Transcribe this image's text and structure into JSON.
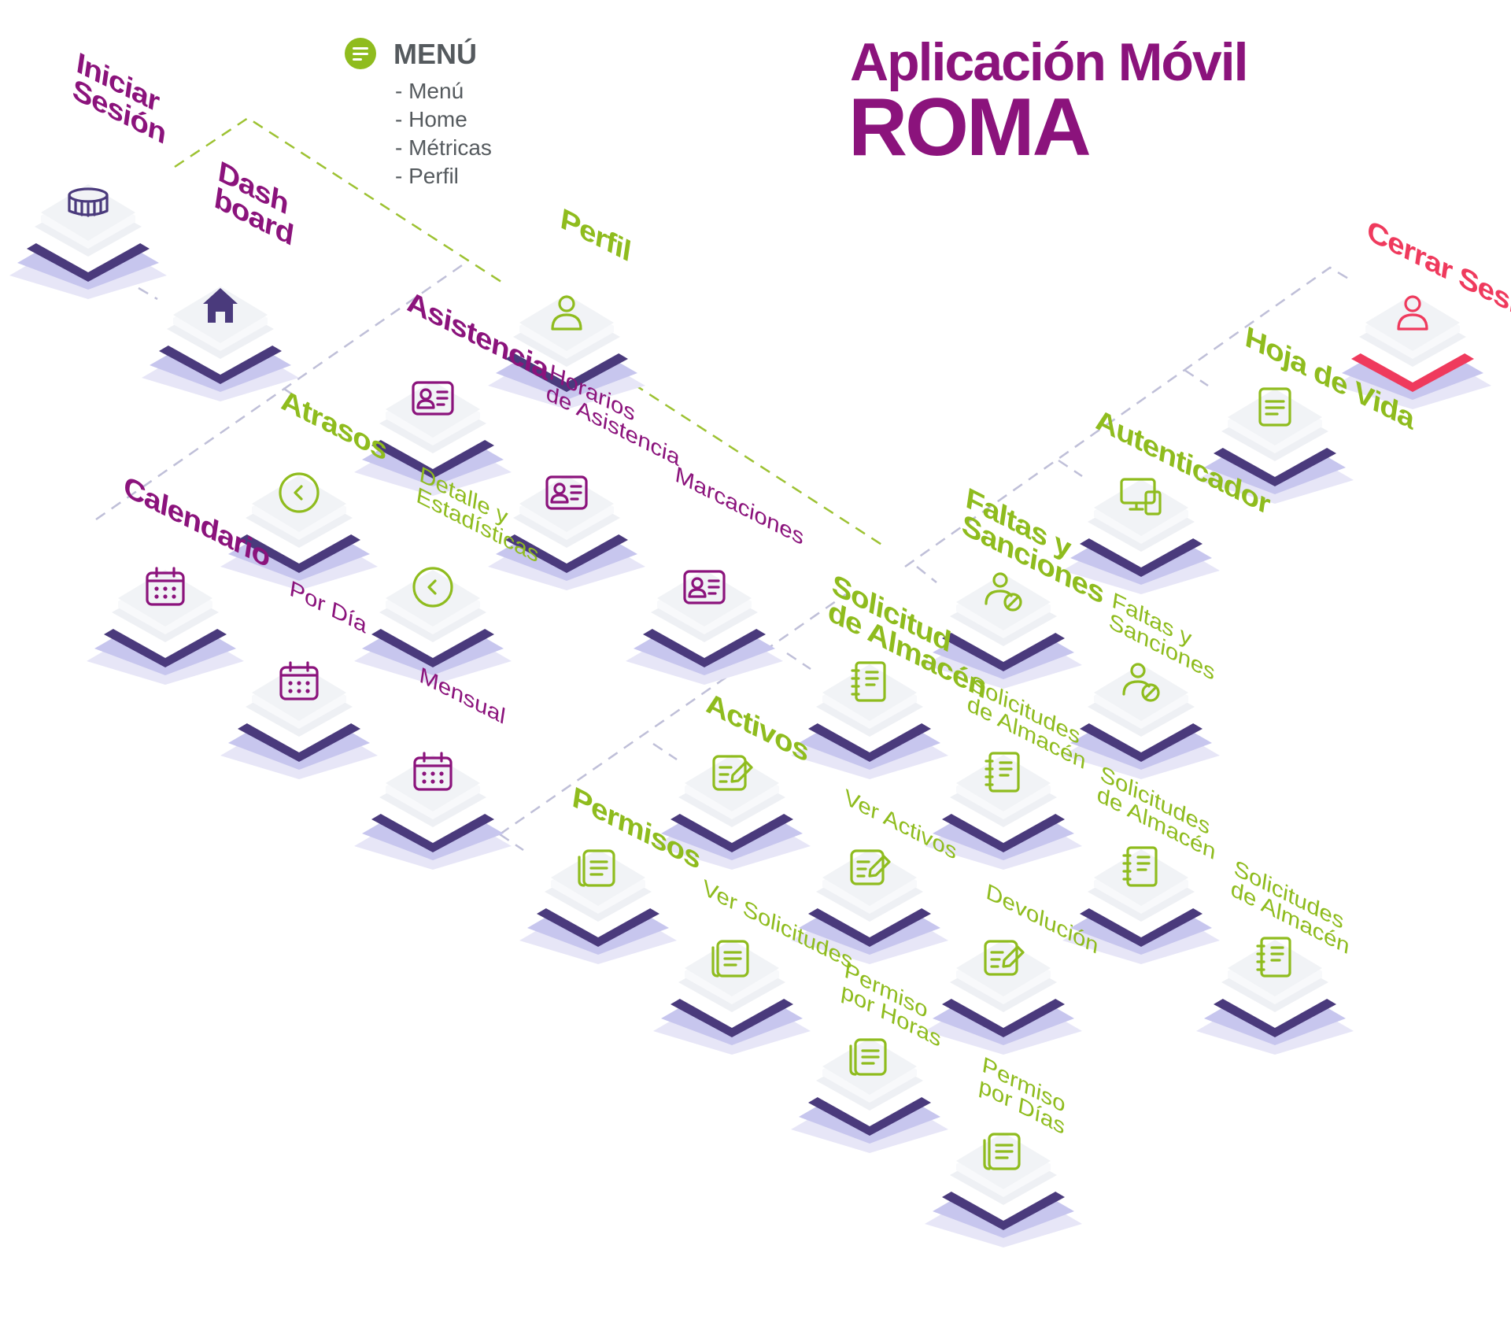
{
  "title": {
    "line1": "Aplicación Móvil",
    "line2": "ROMA"
  },
  "menu": {
    "icon": "menu-lines-icon",
    "heading": "MENÚ",
    "items": [
      "- Menú",
      "- Home",
      "- Métricas",
      "- Perfil"
    ]
  },
  "colors": {
    "purple": "#8b137c",
    "green": "#8fbc1e",
    "red": "#ef3a5d",
    "tile_dark": "#4a3a7c",
    "tile_shadow": "#c7c6ee"
  },
  "nodes": [
    {
      "id": "iniciar-sesion",
      "label": "Iniciar\nSesión",
      "icon": "colosseum-icon",
      "style": "bold",
      "color": "purple"
    },
    {
      "id": "dashboard",
      "label": "Dash\nboard",
      "icon": "home-icon",
      "style": "bold",
      "color": "purple"
    },
    {
      "id": "perfil",
      "label": "Perfil",
      "icon": "user-icon",
      "style": "bold",
      "color": "green"
    },
    {
      "id": "asistencia",
      "label": "Asistencia",
      "icon": "id-card-icon",
      "style": "bold",
      "color": "purple"
    },
    {
      "id": "atrasos",
      "label": "Atrasos",
      "icon": "chevron-left-circle-icon",
      "style": "bold",
      "color": "green"
    },
    {
      "id": "horarios-asistencia",
      "label": "Horarios\nde Asistencia",
      "icon": "id-card-icon",
      "style": "thin",
      "color": "purple"
    },
    {
      "id": "calendario",
      "label": "Calendario",
      "icon": "calendar-icon",
      "style": "bold",
      "color": "purple"
    },
    {
      "id": "detalle-estadisticas",
      "label": "Detalle y\nEstadísticas",
      "icon": "chevron-left-circle-icon",
      "style": "thin",
      "color": "green"
    },
    {
      "id": "marcaciones",
      "label": "Marcaciones",
      "icon": "id-card-icon",
      "style": "thin",
      "color": "purple"
    },
    {
      "id": "por-dia",
      "label": "Por Día",
      "icon": "calendar-icon",
      "style": "thin",
      "color": "purple"
    },
    {
      "id": "mensual",
      "label": "Mensual",
      "icon": "calendar-icon",
      "style": "thin",
      "color": "purple"
    },
    {
      "id": "cerrar-sesion",
      "label": "Cerrar Sesión",
      "icon": "user-icon",
      "style": "bold",
      "color": "red"
    },
    {
      "id": "hoja-de-vida",
      "label": "Hoja de Vida",
      "icon": "document-icon",
      "style": "bold",
      "color": "green"
    },
    {
      "id": "autenticador",
      "label": "Autenticador",
      "icon": "devices-icon",
      "style": "bold",
      "color": "green"
    },
    {
      "id": "faltas-sanciones",
      "label": "Faltas y\nSanciones",
      "icon": "user-block-icon",
      "style": "bold",
      "color": "green"
    },
    {
      "id": "faltas-sanciones-sub",
      "label": "Faltas y\nSanciones",
      "icon": "user-block-icon",
      "style": "thin",
      "color": "green"
    },
    {
      "id": "solicitud-almacen",
      "label": "Solicitud\nde Almacén",
      "icon": "notebook-icon",
      "style": "bold",
      "color": "green"
    },
    {
      "id": "solicitudes-almacen-1",
      "label": "Solicitudes\nde Almacén",
      "icon": "notebook-icon",
      "style": "thin",
      "color": "green"
    },
    {
      "id": "solicitudes-almacen-2",
      "label": "Solicitudes\nde Almacén",
      "icon": "notebook-icon",
      "style": "thin",
      "color": "green"
    },
    {
      "id": "solicitudes-almacen-3",
      "label": "Solicitudes\nde Almacén",
      "icon": "notebook-icon",
      "style": "thin",
      "color": "green"
    },
    {
      "id": "activos",
      "label": "Activos",
      "icon": "edit-icon",
      "style": "bold",
      "color": "green"
    },
    {
      "id": "ver-activos",
      "label": "Ver Activos",
      "icon": "edit-icon",
      "style": "thin",
      "color": "green"
    },
    {
      "id": "devolucion",
      "label": "Devolución",
      "icon": "edit-icon",
      "style": "thin",
      "color": "green"
    },
    {
      "id": "permisos",
      "label": "Permisos",
      "icon": "clipboard-icon",
      "style": "bold",
      "color": "green"
    },
    {
      "id": "ver-solicitudes",
      "label": "Ver Solicitudes",
      "icon": "clipboard-icon",
      "style": "thin",
      "color": "green"
    },
    {
      "id": "permiso-horas",
      "label": "Permiso\npor Horas",
      "icon": "clipboard-icon",
      "style": "thin",
      "color": "green"
    },
    {
      "id": "permiso-dias",
      "label": "Permiso\npor Días",
      "icon": "clipboard-icon",
      "style": "thin",
      "color": "green"
    }
  ]
}
